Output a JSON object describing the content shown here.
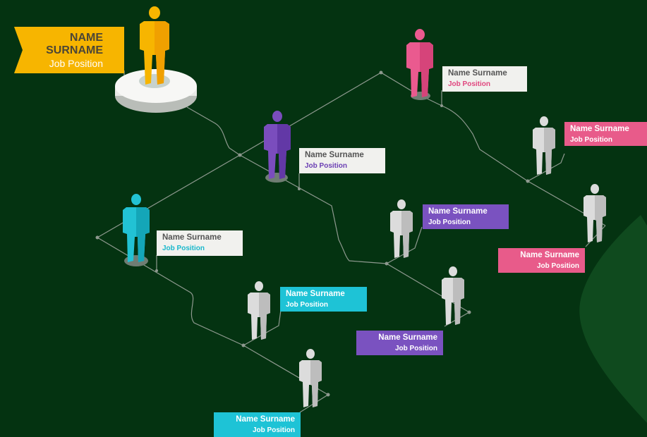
{
  "colors": {
    "background": "#043311",
    "accent_top": "#f7b500",
    "magenta": "#e85b8a",
    "violet": "#7a52c0",
    "cyan": "#1ec3d6",
    "neutral": "#d6d6d6",
    "line": "#9aa39a"
  },
  "top": {
    "name": "NAME",
    "surname": "SURNAME",
    "position": "Job Position"
  },
  "people": {
    "magenta_lead": {
      "name": "Name Surname",
      "position": "Job Position"
    },
    "magenta_1": {
      "name": "Name Surname",
      "position": "Job Position"
    },
    "magenta_2": {
      "name": "Name Surname",
      "position": "Job Position"
    },
    "violet_lead": {
      "name": "Name Surname",
      "position": "Job Position"
    },
    "violet_1": {
      "name": "Name Surname",
      "position": "Job Position"
    },
    "violet_2": {
      "name": "Name Surname",
      "position": "Job Position"
    },
    "cyan_lead": {
      "name": "Name Surname",
      "position": "Job Position"
    },
    "cyan_1": {
      "name": "Name Surname",
      "position": "Job Position"
    },
    "cyan_2": {
      "name": "Name Surname",
      "position": "Job Position"
    }
  }
}
